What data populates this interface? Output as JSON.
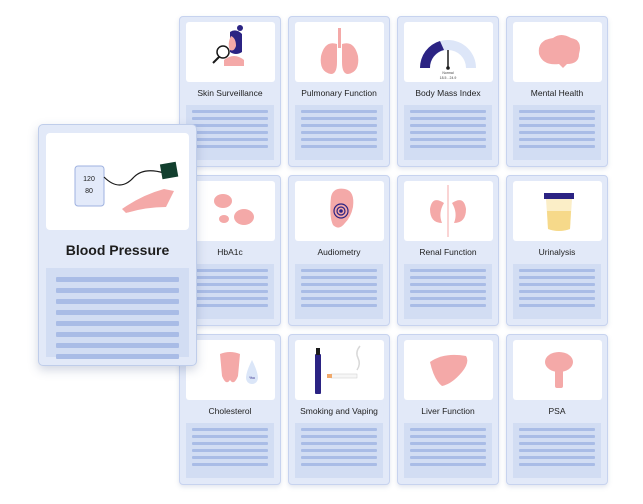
{
  "featured": {
    "title": "Blood Pressure",
    "monitor_top": "120",
    "monitor_bottom": "80"
  },
  "tests": [
    {
      "label": "Skin Surveillance"
    },
    {
      "label": "Pulmonary Function"
    },
    {
      "label": "Body Mass Index",
      "gauge_caption": "Normal",
      "gauge_range": "18.5 - 24.9"
    },
    {
      "label": "Mental Health"
    },
    {
      "label": "HbA1c"
    },
    {
      "label": "Audiometry"
    },
    {
      "label": "Renal Function"
    },
    {
      "label": "Urinalysis"
    },
    {
      "label": "Cholesterol",
      "drop_text": "%o"
    },
    {
      "label": "Smoking and Vaping"
    },
    {
      "label": "Liver Function"
    },
    {
      "label": "PSA"
    }
  ],
  "colors": {
    "card_bg": "#e2e9f8",
    "line": "#a9bce6",
    "accent_pink": "#f4a9a8",
    "accent_navy": "#2b2383"
  }
}
